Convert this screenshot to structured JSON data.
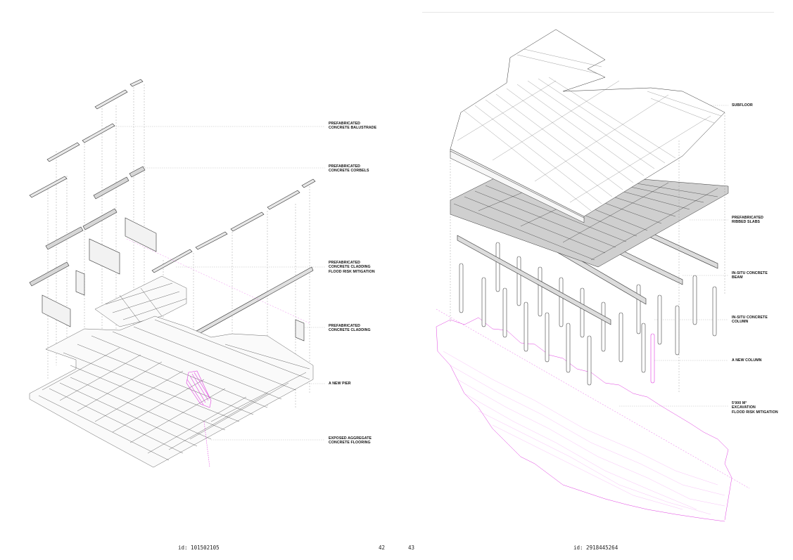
{
  "left_page": {
    "labels": [
      {
        "lines": [
          "PREFABRICATED",
          "CONCRETE BALUSTRADE"
        ]
      },
      {
        "lines": [
          "PREFABRICATED",
          "CONCRETE CORBELS"
        ]
      },
      {
        "lines": [
          "PREFABRICATED",
          "CONCRETE CLADDING",
          "FLOOD RISK MITIGATION"
        ]
      },
      {
        "lines": [
          "PREFABRICATED",
          "CONCRETE CLADDING"
        ]
      },
      {
        "lines": [
          "A NEW PIER"
        ]
      },
      {
        "lines": [
          "EXPOSED AGGREGATE",
          "CONCRETE FLOORING"
        ]
      }
    ],
    "footer_id": "id: 101502105",
    "page_number": "42"
  },
  "right_page": {
    "labels": [
      {
        "lines": [
          "SUBFLOOR"
        ]
      },
      {
        "lines": [
          "PREFABRICATED",
          "RIBBED SLABS"
        ]
      },
      {
        "lines": [
          "IN-SITU CONCRETE",
          "BEAM"
        ]
      },
      {
        "lines": [
          "IN-SITU CONCRETE",
          "COLUMN"
        ]
      },
      {
        "lines": [
          "A NEW COLUMN"
        ]
      },
      {
        "lines": [
          "5'000 m³",
          "EXCAVATION",
          "FLOOD RISK MITIGATION"
        ]
      }
    ],
    "footer_id": "id: 2918445264",
    "page_number": "43"
  },
  "colors": {
    "ink": "#1a1a1a",
    "line": "#555555",
    "leader": "#9a9a9a",
    "accent": "#e03ce0"
  }
}
